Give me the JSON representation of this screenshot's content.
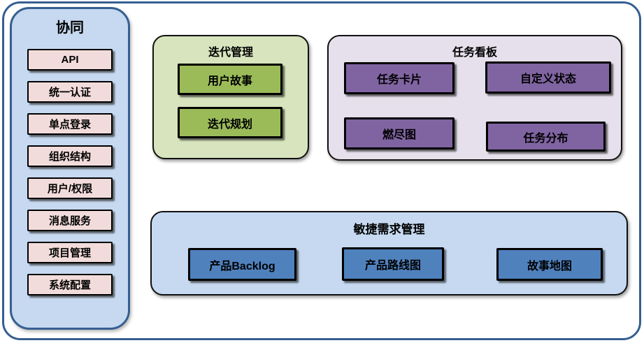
{
  "sidebar": {
    "title": "协同",
    "items": [
      "API",
      "统一认证",
      "单点登录",
      "组织结构",
      "用户/权限",
      "消息服务",
      "项目管理",
      "系统配置"
    ]
  },
  "panels": {
    "iteration": {
      "title": "迭代管理",
      "items": [
        "用户故事",
        "迭代规划"
      ]
    },
    "kanban": {
      "title": "任务看板",
      "items": [
        "任务卡片",
        "自定义状态",
        "燃尽图",
        "任务分布"
      ]
    },
    "requirements": {
      "title": "敏捷需求管理",
      "items": [
        "产品Backlog",
        "产品路线图",
        "故事地图"
      ]
    }
  },
  "colors": {
    "frame_border": "#365f91",
    "sidebar_bg": "#c6d9f0",
    "sidebar_item_bg": "#f2dcdb",
    "iteration_panel_bg": "#d7e4bd",
    "iteration_item_bg": "#9bbb59",
    "kanban_panel_bg": "#e5e0ec",
    "kanban_item_bg": "#8064a2",
    "requirements_panel_bg": "#c6d9f0",
    "requirements_item_bg": "#4f81bd",
    "node_border": "#000000",
    "text": "#000000"
  }
}
